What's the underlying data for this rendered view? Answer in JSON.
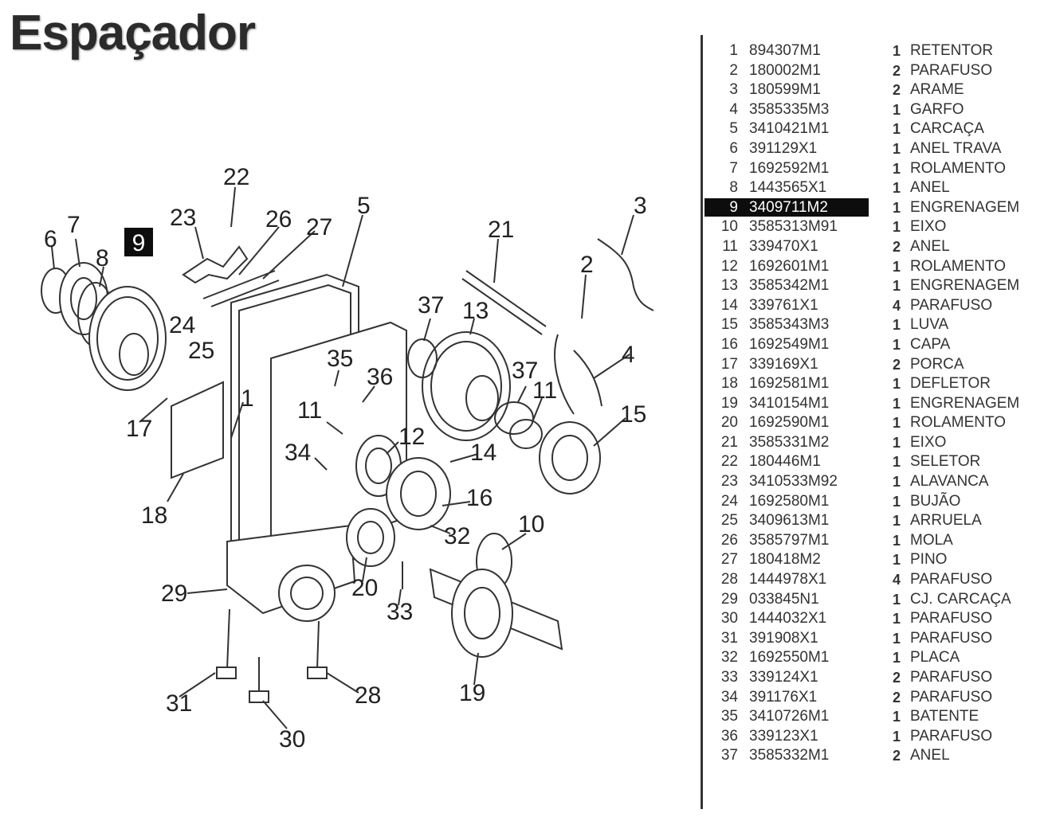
{
  "title": "Espaçador",
  "highlight_number": "9",
  "callouts": [
    "1",
    "5",
    "6",
    "7",
    "8",
    "9",
    "10",
    "11",
    "12",
    "13",
    "14",
    "15",
    "16",
    "17",
    "18",
    "19",
    "2",
    "20",
    "21",
    "22",
    "23",
    "24",
    "25",
    "26",
    "27",
    "28",
    "29",
    "3",
    "30",
    "31",
    "32",
    "33",
    "34",
    "35",
    "36",
    "37",
    "4"
  ],
  "parts": [
    {
      "n": "1",
      "code": "894307M1",
      "qty": "1",
      "desc": "RETENTOR"
    },
    {
      "n": "2",
      "code": "180002M1",
      "qty": "2",
      "desc": "PARAFUSO"
    },
    {
      "n": "3",
      "code": "180599M1",
      "qty": "2",
      "desc": "ARAME"
    },
    {
      "n": "4",
      "code": "3585335M3",
      "qty": "1",
      "desc": "GARFO"
    },
    {
      "n": "5",
      "code": "3410421M1",
      "qty": "1",
      "desc": "CARCAÇA"
    },
    {
      "n": "6",
      "code": "391129X1",
      "qty": "1",
      "desc": "ANEL TRAVA"
    },
    {
      "n": "7",
      "code": "1692592M1",
      "qty": "1",
      "desc": "ROLAMENTO"
    },
    {
      "n": "8",
      "code": "1443565X1",
      "qty": "1",
      "desc": "ANEL"
    },
    {
      "n": "9",
      "code": "3409711M2",
      "qty": "1",
      "desc": "ENGRENAGEM",
      "highlighted": true
    },
    {
      "n": "10",
      "code": "3585313M91",
      "qty": "1",
      "desc": "EIXO"
    },
    {
      "n": "11",
      "code": "339470X1",
      "qty": "2",
      "desc": "ANEL"
    },
    {
      "n": "12",
      "code": "1692601M1",
      "qty": "1",
      "desc": "ROLAMENTO"
    },
    {
      "n": "13",
      "code": "3585342M1",
      "qty": "1",
      "desc": "ENGRENAGEM"
    },
    {
      "n": "14",
      "code": "339761X1",
      "qty": "4",
      "desc": "PARAFUSO"
    },
    {
      "n": "15",
      "code": "3585343M3",
      "qty": "1",
      "desc": "LUVA"
    },
    {
      "n": "16",
      "code": "1692549M1",
      "qty": "1",
      "desc": "CAPA"
    },
    {
      "n": "17",
      "code": "339169X1",
      "qty": "2",
      "desc": "PORCA"
    },
    {
      "n": "18",
      "code": "1692581M1",
      "qty": "1",
      "desc": "DEFLETOR"
    },
    {
      "n": "19",
      "code": "3410154M1",
      "qty": "1",
      "desc": "ENGRENAGEM"
    },
    {
      "n": "20",
      "code": "1692590M1",
      "qty": "1",
      "desc": "ROLAMENTO"
    },
    {
      "n": "21",
      "code": "3585331M2",
      "qty": "1",
      "desc": "EIXO"
    },
    {
      "n": "22",
      "code": "180446M1",
      "qty": "1",
      "desc": "SELETOR"
    },
    {
      "n": "23",
      "code": "3410533M92",
      "qty": "1",
      "desc": "ALAVANCA"
    },
    {
      "n": "24",
      "code": "1692580M1",
      "qty": "1",
      "desc": "BUJÃO"
    },
    {
      "n": "25",
      "code": "3409613M1",
      "qty": "1",
      "desc": "ARRUELA"
    },
    {
      "n": "26",
      "code": "3585797M1",
      "qty": "1",
      "desc": "MOLA"
    },
    {
      "n": "27",
      "code": "180418M2",
      "qty": "1",
      "desc": "PINO"
    },
    {
      "n": "28",
      "code": "1444978X1",
      "qty": "4",
      "desc": "PARAFUSO"
    },
    {
      "n": "29",
      "code": "033845N1",
      "qty": "1",
      "desc": "CJ. CARCAÇA"
    },
    {
      "n": "30",
      "code": "1444032X1",
      "qty": "1",
      "desc": "PARAFUSO"
    },
    {
      "n": "31",
      "code": "391908X1",
      "qty": "1",
      "desc": "PARAFUSO"
    },
    {
      "n": "32",
      "code": "1692550M1",
      "qty": "1",
      "desc": "PLACA"
    },
    {
      "n": "33",
      "code": "339124X1",
      "qty": "2",
      "desc": "PARAFUSO"
    },
    {
      "n": "34",
      "code": "391176X1",
      "qty": "2",
      "desc": "PARAFUSO"
    },
    {
      "n": "35",
      "code": "3410726M1",
      "qty": "1",
      "desc": "BATENTE"
    },
    {
      "n": "36",
      "code": "339123X1",
      "qty": "1",
      "desc": "PARAFUSO"
    },
    {
      "n": "37",
      "code": "3585332M1",
      "qty": "2",
      "desc": "ANEL"
    }
  ]
}
